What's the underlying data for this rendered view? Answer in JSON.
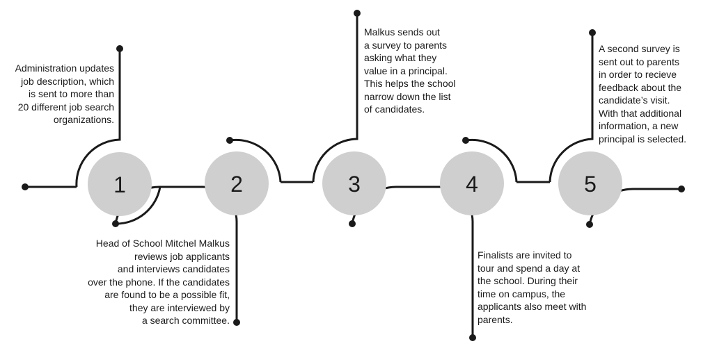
{
  "steps": [
    {
      "number": "1",
      "lines": [
        "Administration updates",
        "job description, which",
        "is sent to more than",
        "20 different job search",
        "organizations."
      ]
    },
    {
      "number": "2",
      "lines": [
        "Head of School Mitchel Malkus",
        "reviews job applicants",
        "and interviews candidates",
        "over the phone. If the candidates",
        "are found to be a possible fit,",
        "they are interviewed by",
        "a search committee."
      ]
    },
    {
      "number": "3",
      "lines": [
        "Malkus sends out",
        "a survey to parents",
        "asking what they",
        "value in a principal.",
        "This helps the school",
        "narrow down the list",
        "of candidates."
      ]
    },
    {
      "number": "4",
      "lines": [
        "Finalists are invited to",
        "tour and spend a day at",
        "the school. During their",
        "time on campus, the",
        "applicants also meet with",
        "parents."
      ]
    },
    {
      "number": "5",
      "lines": [
        "A second survey is",
        "sent out to parents",
        "in order to recieve",
        "feedback about the",
        "candidate’s visit.",
        "With that additional",
        "information, a new",
        "principal is selected."
      ]
    }
  ],
  "colors": {
    "line": "#1a1a1a",
    "circle_fill": "#cfcfcf",
    "text": "#1a1a1a"
  }
}
